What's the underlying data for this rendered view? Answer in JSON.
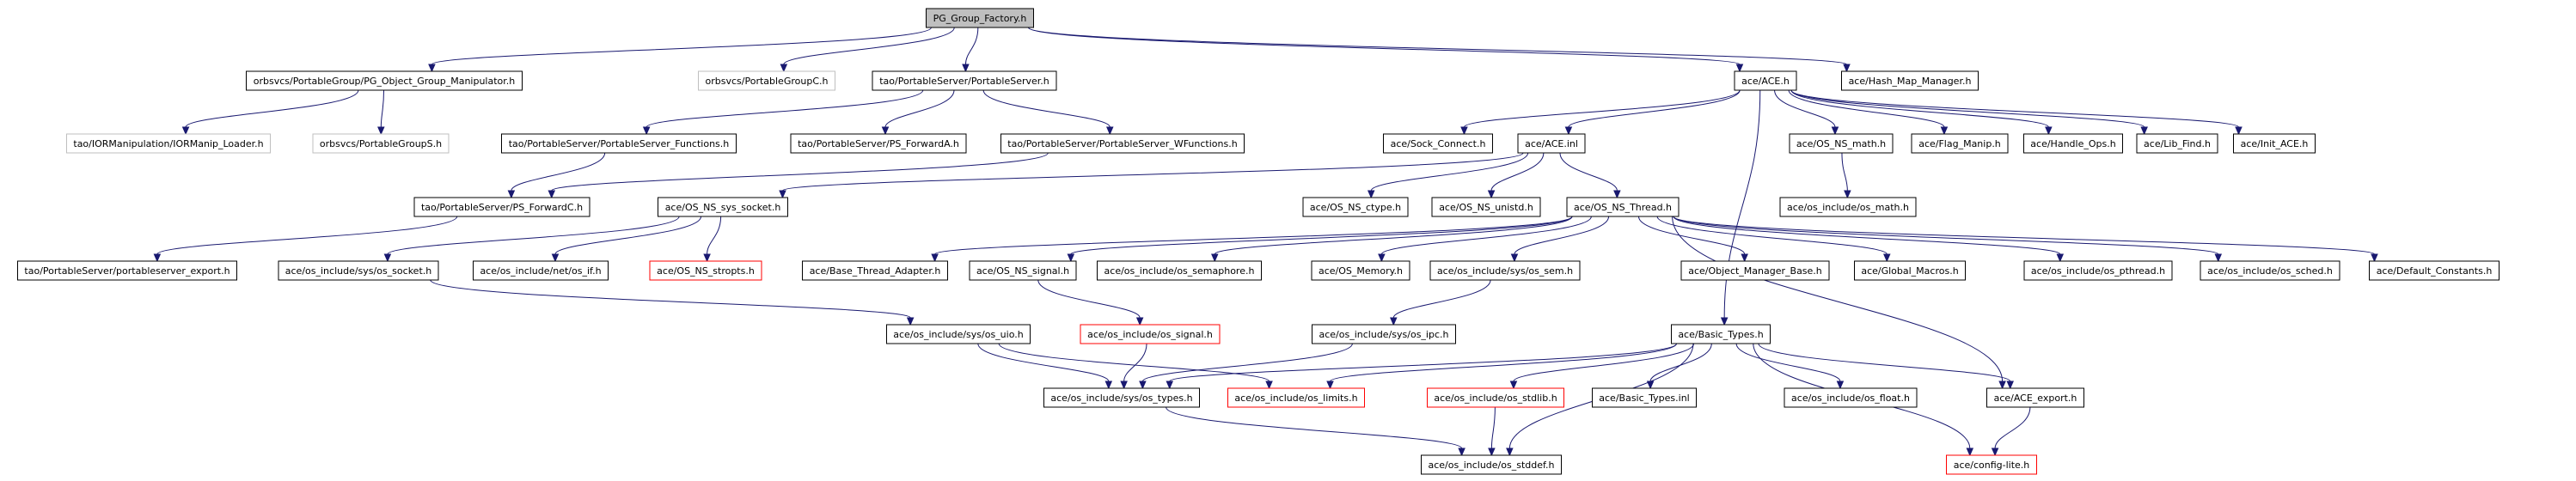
{
  "graph": {
    "nodes": [
      {
        "id": "pg_group_factory",
        "label": "PG_Group_Factory.h",
        "style": "root"
      },
      {
        "id": "pg_object_group_manipulator",
        "label": "orbsvcs/PortableGroup/PG_Object_Group_Manipulator.h",
        "style": "normal"
      },
      {
        "id": "portablegroupc",
        "label": "orbsvcs/PortableGroupC.h",
        "style": "gray"
      },
      {
        "id": "portableserver_h",
        "label": "tao/PortableServer/PortableServer.h",
        "style": "normal"
      },
      {
        "id": "ace_h",
        "label": "ace/ACE.h",
        "style": "normal"
      },
      {
        "id": "hash_map_manager",
        "label": "ace/Hash_Map_Manager.h",
        "style": "normal"
      },
      {
        "id": "iormanip_loader",
        "label": "tao/IORManipulation/IORManip_Loader.h",
        "style": "gray"
      },
      {
        "id": "portablegroups",
        "label": "orbsvcs/PortableGroupS.h",
        "style": "gray"
      },
      {
        "id": "portableserver_functions",
        "label": "tao/PortableServer/PortableServer_Functions.h",
        "style": "normal"
      },
      {
        "id": "ps_forwarda",
        "label": "tao/PortableServer/PS_ForwardA.h",
        "style": "normal"
      },
      {
        "id": "portableserver_wfunctions",
        "label": "tao/PortableServer/PortableServer_WFunctions.h",
        "style": "normal"
      },
      {
        "id": "sock_connect",
        "label": "ace/Sock_Connect.h",
        "style": "normal"
      },
      {
        "id": "ace_inl",
        "label": "ace/ACE.inl",
        "style": "normal"
      },
      {
        "id": "os_ns_math",
        "label": "ace/OS_NS_math.h",
        "style": "normal"
      },
      {
        "id": "flag_manip",
        "label": "ace/Flag_Manip.h",
        "style": "normal"
      },
      {
        "id": "handle_ops",
        "label": "ace/Handle_Ops.h",
        "style": "normal"
      },
      {
        "id": "lib_find",
        "label": "ace/Lib_Find.h",
        "style": "normal"
      },
      {
        "id": "init_ace",
        "label": "ace/Init_ACE.h",
        "style": "normal"
      },
      {
        "id": "ps_forwardc",
        "label": "tao/PortableServer/PS_ForwardC.h",
        "style": "normal"
      },
      {
        "id": "os_ns_sys_socket",
        "label": "ace/OS_NS_sys_socket.h",
        "style": "normal"
      },
      {
        "id": "os_ns_ctype",
        "label": "ace/OS_NS_ctype.h",
        "style": "normal"
      },
      {
        "id": "os_ns_unistd",
        "label": "ace/OS_NS_unistd.h",
        "style": "normal"
      },
      {
        "id": "os_ns_thread",
        "label": "ace/OS_NS_Thread.h",
        "style": "normal"
      },
      {
        "id": "os_math",
        "label": "ace/os_include/os_math.h",
        "style": "normal"
      },
      {
        "id": "portableserver_export",
        "label": "tao/PortableServer/portableserver_export.h",
        "style": "normal"
      },
      {
        "id": "sys_os_socket",
        "label": "ace/os_include/sys/os_socket.h",
        "style": "normal"
      },
      {
        "id": "net_os_if",
        "label": "ace/os_include/net/os_if.h",
        "style": "normal"
      },
      {
        "id": "os_ns_stropts",
        "label": "ace/OS_NS_stropts.h",
        "style": "red"
      },
      {
        "id": "base_thread_adapter",
        "label": "ace/Base_Thread_Adapter.h",
        "style": "normal"
      },
      {
        "id": "os_ns_signal",
        "label": "ace/OS_NS_signal.h",
        "style": "normal"
      },
      {
        "id": "os_semaphore",
        "label": "ace/os_include/os_semaphore.h",
        "style": "normal"
      },
      {
        "id": "os_memory",
        "label": "ace/OS_Memory.h",
        "style": "normal"
      },
      {
        "id": "sys_os_sem",
        "label": "ace/os_include/sys/os_sem.h",
        "style": "normal"
      },
      {
        "id": "object_manager_base",
        "label": "ace/Object_Manager_Base.h",
        "style": "normal"
      },
      {
        "id": "global_macros",
        "label": "ace/Global_Macros.h",
        "style": "normal"
      },
      {
        "id": "os_pthread",
        "label": "ace/os_include/os_pthread.h",
        "style": "normal"
      },
      {
        "id": "os_sched",
        "label": "ace/os_include/os_sched.h",
        "style": "normal"
      },
      {
        "id": "default_constants",
        "label": "ace/Default_Constants.h",
        "style": "normal"
      },
      {
        "id": "sys_os_uio",
        "label": "ace/os_include/sys/os_uio.h",
        "style": "normal"
      },
      {
        "id": "os_signal",
        "label": "ace/os_include/os_signal.h",
        "style": "red"
      },
      {
        "id": "sys_os_ipc",
        "label": "ace/os_include/sys/os_ipc.h",
        "style": "normal"
      },
      {
        "id": "basic_types_h",
        "label": "ace/Basic_Types.h",
        "style": "normal"
      },
      {
        "id": "sys_os_types",
        "label": "ace/os_include/sys/os_types.h",
        "style": "normal"
      },
      {
        "id": "os_limits",
        "label": "ace/os_include/os_limits.h",
        "style": "red"
      },
      {
        "id": "os_stdlib",
        "label": "ace/os_include/os_stdlib.h",
        "style": "red"
      },
      {
        "id": "basic_types_inl",
        "label": "ace/Basic_Types.inl",
        "style": "normal"
      },
      {
        "id": "os_float",
        "label": "ace/os_include/os_float.h",
        "style": "normal"
      },
      {
        "id": "ace_export",
        "label": "ace/ACE_export.h",
        "style": "normal"
      },
      {
        "id": "os_stddef",
        "label": "ace/os_include/os_stddef.h",
        "style": "normal"
      },
      {
        "id": "config_lite",
        "label": "ace/config-lite.h",
        "style": "red"
      }
    ],
    "edges": [
      [
        "pg_group_factory",
        "pg_object_group_manipulator"
      ],
      [
        "pg_group_factory",
        "portablegroupc"
      ],
      [
        "pg_group_factory",
        "portableserver_h"
      ],
      [
        "pg_group_factory",
        "ace_h"
      ],
      [
        "pg_group_factory",
        "hash_map_manager"
      ],
      [
        "pg_object_group_manipulator",
        "iormanip_loader"
      ],
      [
        "pg_object_group_manipulator",
        "portablegroups"
      ],
      [
        "portableserver_h",
        "portableserver_functions"
      ],
      [
        "portableserver_h",
        "ps_forwarda"
      ],
      [
        "portableserver_h",
        "portableserver_wfunctions"
      ],
      [
        "portableserver_functions",
        "ps_forwardc"
      ],
      [
        "portableserver_wfunctions",
        "ps_forwardc"
      ],
      [
        "ps_forwardc",
        "portableserver_export"
      ],
      [
        "ace_h",
        "sock_connect"
      ],
      [
        "ace_h",
        "ace_inl"
      ],
      [
        "ace_h",
        "os_ns_math"
      ],
      [
        "ace_h",
        "flag_manip"
      ],
      [
        "ace_h",
        "handle_ops"
      ],
      [
        "ace_h",
        "lib_find"
      ],
      [
        "ace_h",
        "init_ace"
      ],
      [
        "ace_h",
        "basic_types_h"
      ],
      [
        "os_ns_math",
        "os_math"
      ],
      [
        "ace_inl",
        "os_ns_sys_socket"
      ],
      [
        "ace_inl",
        "os_ns_ctype"
      ],
      [
        "ace_inl",
        "os_ns_unistd"
      ],
      [
        "ace_inl",
        "os_ns_thread"
      ],
      [
        "os_ns_sys_socket",
        "sys_os_socket"
      ],
      [
        "os_ns_sys_socket",
        "net_os_if"
      ],
      [
        "os_ns_sys_socket",
        "os_ns_stropts"
      ],
      [
        "os_ns_thread",
        "base_thread_adapter"
      ],
      [
        "os_ns_thread",
        "os_ns_signal"
      ],
      [
        "os_ns_thread",
        "os_semaphore"
      ],
      [
        "os_ns_thread",
        "os_memory"
      ],
      [
        "os_ns_thread",
        "sys_os_sem"
      ],
      [
        "os_ns_thread",
        "object_manager_base"
      ],
      [
        "os_ns_thread",
        "global_macros"
      ],
      [
        "os_ns_thread",
        "os_pthread"
      ],
      [
        "os_ns_thread",
        "os_sched"
      ],
      [
        "os_ns_thread",
        "default_constants"
      ],
      [
        "os_ns_thread",
        "ace_export"
      ],
      [
        "sys_os_socket",
        "sys_os_uio"
      ],
      [
        "os_ns_signal",
        "os_signal"
      ],
      [
        "sys_os_sem",
        "sys_os_ipc"
      ],
      [
        "sys_os_uio",
        "sys_os_types"
      ],
      [
        "sys_os_uio",
        "os_limits"
      ],
      [
        "os_signal",
        "sys_os_types"
      ],
      [
        "sys_os_ipc",
        "sys_os_types"
      ],
      [
        "basic_types_h",
        "sys_os_types"
      ],
      [
        "basic_types_h",
        "os_limits"
      ],
      [
        "basic_types_h",
        "os_stdlib"
      ],
      [
        "basic_types_h",
        "basic_types_inl"
      ],
      [
        "basic_types_h",
        "os_float"
      ],
      [
        "basic_types_h",
        "ace_export"
      ],
      [
        "basic_types_h",
        "os_stddef"
      ],
      [
        "basic_types_h",
        "config_lite"
      ],
      [
        "sys_os_types",
        "os_stddef"
      ],
      [
        "os_stdlib",
        "os_stddef"
      ],
      [
        "ace_export",
        "config_lite"
      ]
    ]
  }
}
